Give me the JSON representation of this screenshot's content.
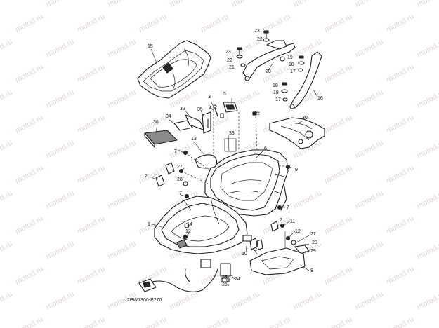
{
  "diagram_code": "2PW1300-P270",
  "watermark_text": "motod.ru",
  "colors": {
    "line": "#1a1a1a",
    "watermark": "#d9c9c9",
    "background": "#ffffff"
  },
  "callouts": [
    "1",
    "2",
    "3",
    "4",
    "5",
    "6",
    "7",
    "8",
    "9",
    "10",
    "11",
    "12",
    "13",
    "14",
    "15",
    "16",
    "17",
    "18",
    "19",
    "20",
    "21",
    "22",
    "23",
    "24",
    "25",
    "26",
    "27",
    "28",
    "29",
    "30",
    "31",
    "32",
    "33",
    "34",
    "35",
    "36"
  ]
}
